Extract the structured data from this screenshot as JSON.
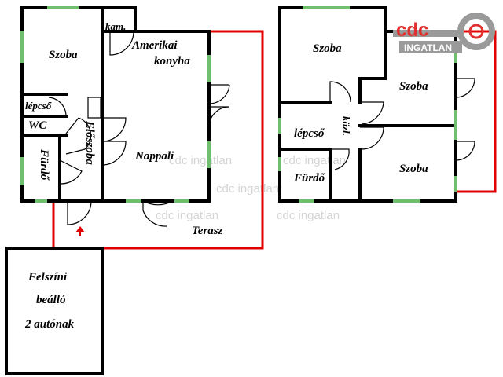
{
  "floor1": {
    "rooms": {
      "szoba": "Szoba",
      "kamra": "kam.",
      "amerikai": "Amerikai",
      "konyha": "konyha",
      "lepcso": "lépcső",
      "wc": "WC",
      "eloszoba": "Előszoba",
      "nappali": "Nappali",
      "furdo": "Fürdő",
      "terasz": "Terasz"
    },
    "parking": [
      "Felszíni",
      "beálló",
      "2 autónak"
    ]
  },
  "floor2": {
    "rooms": {
      "szoba_top": "Szoba",
      "szoba_mid": "Szoba",
      "lepcso": "lépcső",
      "kozl": "közl.",
      "szoba_bottom": "Szoba",
      "furdo": "Fürdő"
    }
  },
  "logo": {
    "brand": "cdc",
    "sub": "INGATLAN"
  },
  "watermark": "cdc ingatlan",
  "colors": {
    "wall": "#000000",
    "window": "#6fbf6f",
    "terrace_line": "#e00000",
    "logo_red": "#e03030",
    "logo_gray": "#9a9a9a"
  }
}
